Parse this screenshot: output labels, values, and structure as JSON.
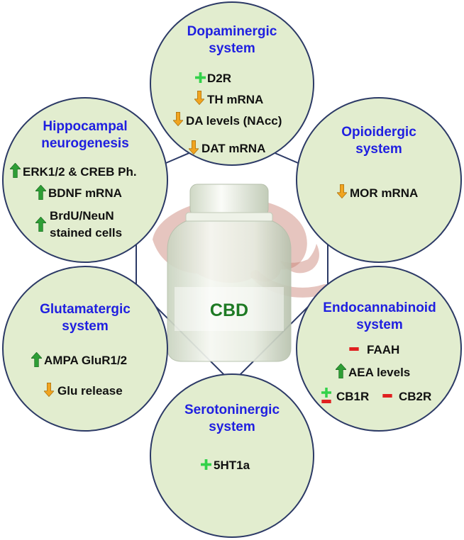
{
  "center": {
    "label": "CBD"
  },
  "colors": {
    "circle_fill": "#e2edcf",
    "circle_stroke": "#2c3a66",
    "title": "#1f1fe0",
    "increase": "#2e9e36",
    "decrease": "#f0a420",
    "agonist": "#33d24a",
    "antagonist": "#e02020",
    "cbd_text": "#1e7a24"
  },
  "systems": {
    "dopaminergic": {
      "title_line1": "Dopaminergic",
      "title_line2": "system",
      "items": [
        {
          "text": "D2R",
          "effect": "plus-icon"
        },
        {
          "text": "TH mRNA",
          "effect": "down-arrow-icon"
        },
        {
          "text": "DA levels (NAcc)",
          "effect": "down-arrow-icon"
        },
        {
          "text": "DAT mRNA",
          "effect": "down-arrow-icon"
        }
      ]
    },
    "hippocampal": {
      "title_line1": "Hippocampal",
      "title_line2": "neurogenesis",
      "items": [
        {
          "text": "ERK1/2 & CREB Ph.",
          "effect": "up-arrow-icon"
        },
        {
          "text": "BDNF mRNA",
          "effect": "up-arrow-icon"
        },
        {
          "text_line1": "BrdU/NeuN",
          "text_line2": "stained cells",
          "effect": "up-arrow-icon"
        }
      ]
    },
    "opioidergic": {
      "title_line1": "Opioidergic",
      "title_line2": "system",
      "items": [
        {
          "text": "MOR mRNA",
          "effect": "down-arrow-icon"
        }
      ]
    },
    "glutamatergic": {
      "title_line1": "Glutamatergic",
      "title_line2": "system",
      "items": [
        {
          "text": "AMPA GluR1/2",
          "effect": "up-arrow-icon"
        },
        {
          "text": "Glu release",
          "effect": "down-arrow-icon"
        }
      ]
    },
    "endocannabinoid": {
      "title_line1": "Endocannabinoid",
      "title_line2": "system",
      "items": [
        {
          "text": "FAAH",
          "effect": "minus-icon"
        },
        {
          "text": "AEA levels",
          "effect": "up-arrow-icon"
        },
        {
          "text": "CB1R",
          "effect": "plus-minus-icon"
        },
        {
          "text": "CB2R",
          "effect": "minus-icon"
        }
      ]
    },
    "serotoninergic": {
      "title_line1": "Serotoninergic",
      "title_line2": "system",
      "items": [
        {
          "text": "5HT1a",
          "effect": "plus-icon"
        }
      ]
    }
  }
}
